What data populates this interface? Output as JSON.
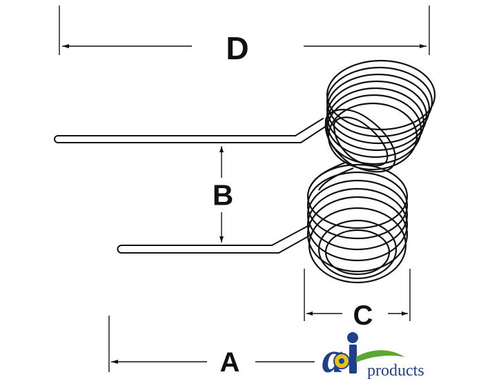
{
  "diagram": {
    "labels": {
      "a": "A",
      "b": "B",
      "c": "C",
      "d": "D"
    }
  },
  "logo": {
    "brand": "a&i",
    "word": "products",
    "colors": {
      "primary": "#1f3f8f",
      "accent_green": "#5aa832",
      "accent_yellow": "#e8c21c"
    }
  }
}
